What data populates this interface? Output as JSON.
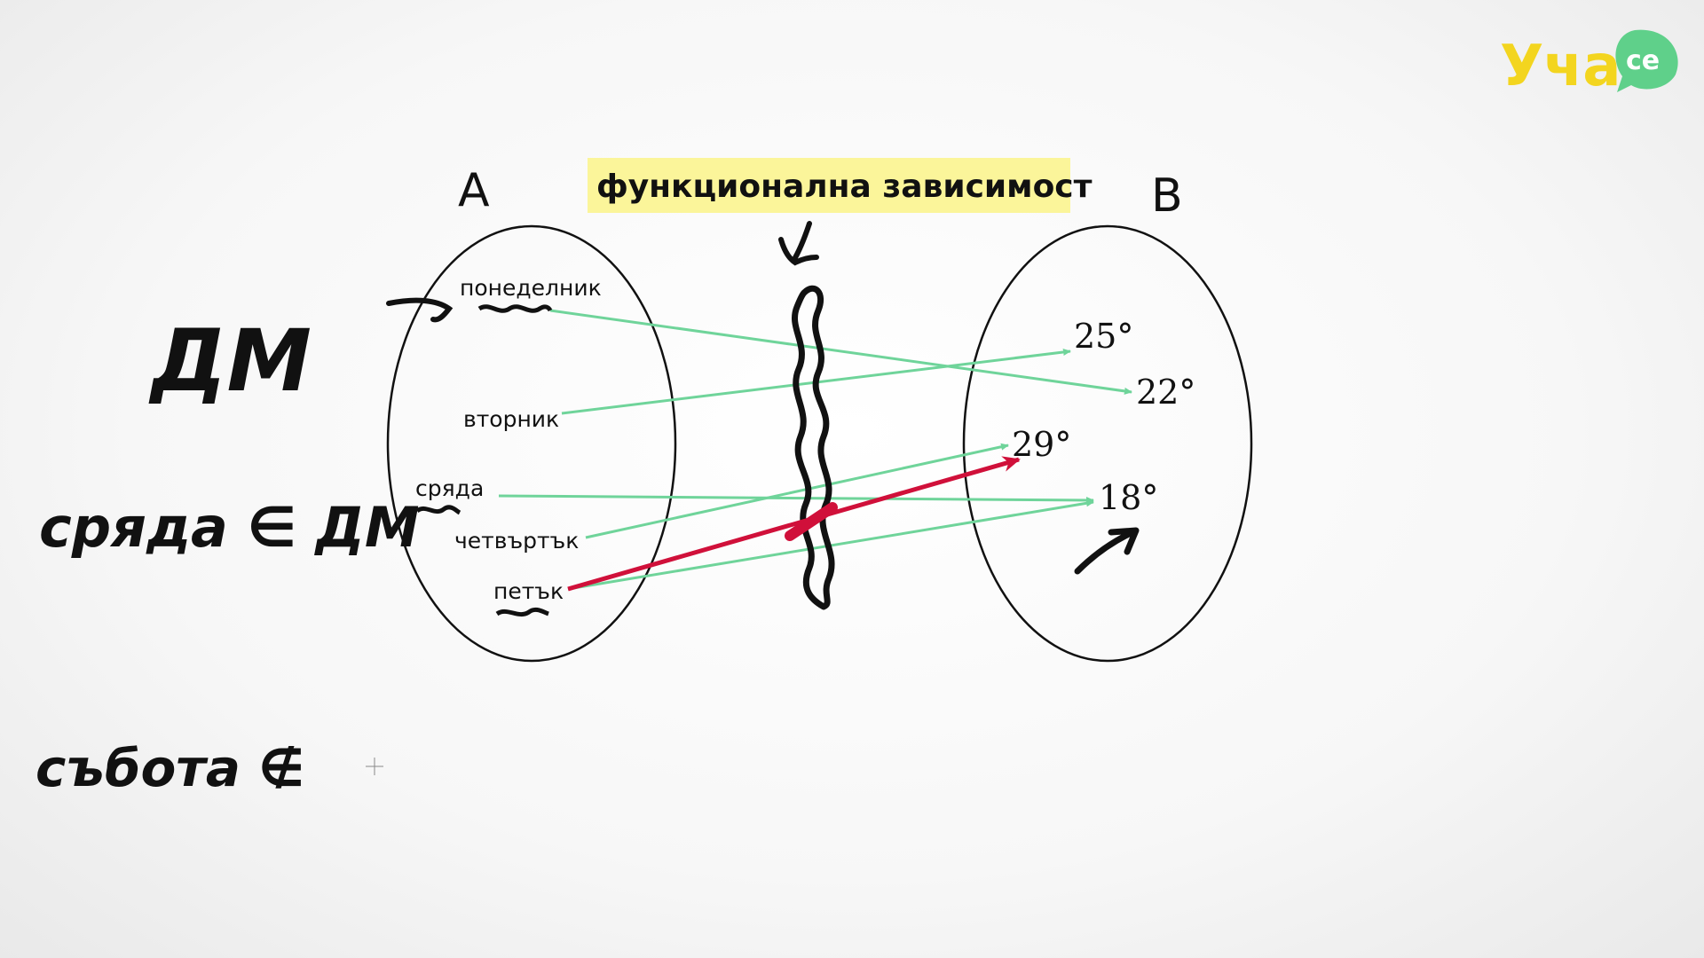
{
  "title": "функционална зависимост",
  "set_a": {
    "label": "A",
    "elements": [
      "понеделник",
      "вторник",
      "сряда",
      "четвъртък",
      "петък"
    ]
  },
  "set_b": {
    "label": "B",
    "elements": [
      "25°",
      "22°",
      "29°",
      "18°"
    ]
  },
  "handwritten": {
    "line1": "ДМ",
    "line2": "сряда ∈ ДМ",
    "line3": "събота ∉"
  },
  "logo": {
    "text": "Уча",
    "badge": "се"
  },
  "colors": {
    "mapping": "#6fd49a",
    "highlight": "#d0103a",
    "title_bg": "#fbf59a",
    "logo_yellow": "#f3d51f",
    "logo_green": "#5fd08a"
  }
}
